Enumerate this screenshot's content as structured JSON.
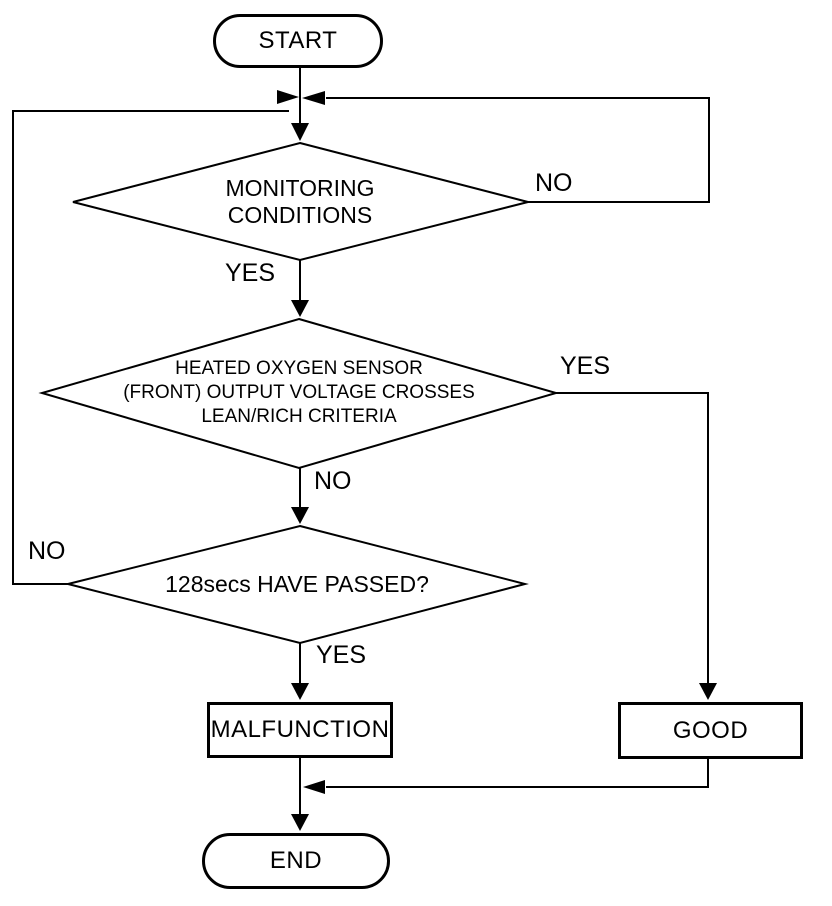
{
  "diagram": {
    "background_color": "#ffffff",
    "line_color": "#000000",
    "nodes": {
      "start": {
        "label": "START",
        "type": "terminator"
      },
      "monitoring_conditions": {
        "type": "decision",
        "lines": [
          "MONITORING",
          "CONDITIONS"
        ]
      },
      "sensor_check": {
        "type": "decision",
        "lines": [
          "HEATED OXYGEN SENSOR",
          "(FRONT) OUTPUT VOLTAGE CROSSES",
          "LEAN/RICH CRITERIA"
        ]
      },
      "time_check": {
        "type": "decision",
        "label": "128secs HAVE PASSED?"
      },
      "malfunction": {
        "label": "MALFUNCTION",
        "type": "process"
      },
      "good": {
        "label": "GOOD",
        "type": "process"
      },
      "end": {
        "label": "END",
        "type": "terminator"
      }
    },
    "edge_labels": {
      "monitoring_no": "NO",
      "monitoring_yes": "YES",
      "sensor_yes": "YES",
      "sensor_no": "NO",
      "time_no": "NO",
      "time_yes": "YES"
    }
  }
}
